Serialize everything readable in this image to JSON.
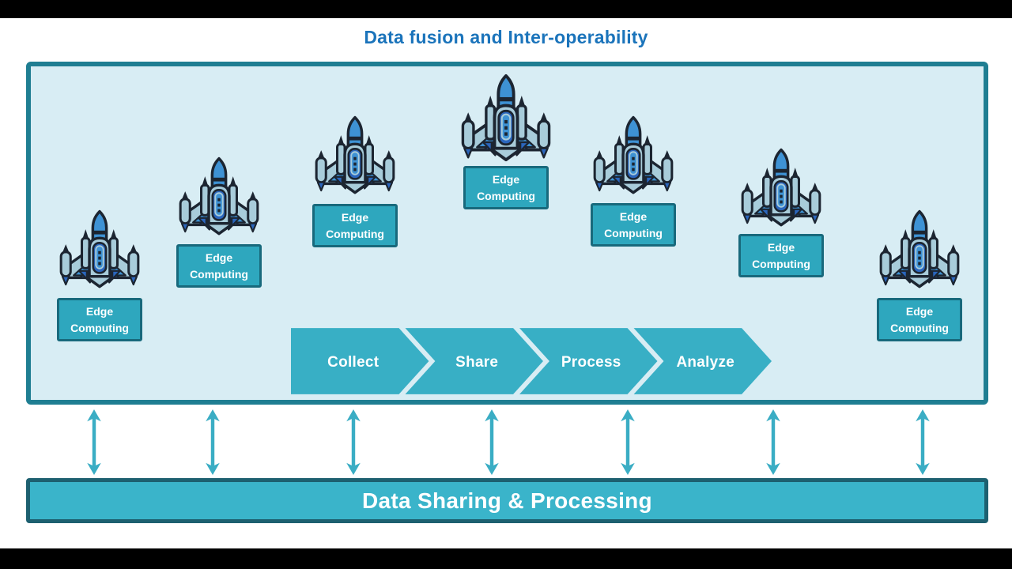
{
  "title": "Data fusion and Inter-operability",
  "nodes": [
    {
      "label": "Edge Computing"
    },
    {
      "label": "Edge Computing"
    },
    {
      "label": "Edge Computing"
    },
    {
      "label": "Edge Computing"
    },
    {
      "label": "Edge Computing"
    },
    {
      "label": "Edge Computing"
    },
    {
      "label": "Edge Computing"
    }
  ],
  "process": {
    "steps": [
      "Collect",
      "Share",
      "Process",
      "Analyze"
    ]
  },
  "bottom_bar": {
    "label": "Data Sharing & Processing"
  },
  "icons": {
    "node_icon": "drone-rocket",
    "connector_icon": "double-headed-vertical-arrow"
  },
  "colors": {
    "teal": "#2ea7be",
    "teal_dark": "#18697c",
    "chevron_teal": "#38afc5",
    "bar_teal": "#3ab4ca",
    "bar_border": "#1d6070",
    "arrow_teal": "#3aadc4",
    "container_fill": "#d8edf4",
    "container_border": "#1f7e92",
    "title_blue": "#1b74bb",
    "drone_outline": "#1c2531",
    "drone_light": "#a8ccda",
    "drone_blue": "#3e92d4",
    "drone_deep": "#2b66bd",
    "text_white": "#ffffff"
  }
}
